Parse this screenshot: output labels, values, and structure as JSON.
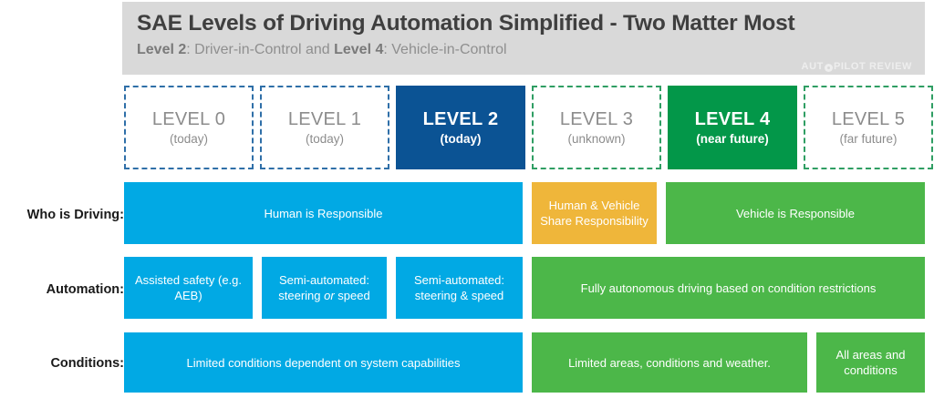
{
  "header": {
    "title": "SAE Levels of Driving Automation Simplified - Two Matter Most",
    "subtitle_parts": {
      "p1": "Level 2",
      "p2": ": Driver-in-Control and ",
      "p3": "Level 4",
      "p4": ": Vehicle-in-Control"
    },
    "watermark": {
      "pre": "AUT",
      "post": "PILOT REVIEW"
    },
    "bg_color": "#d9d9d9"
  },
  "levels": [
    {
      "title": "LEVEL 0",
      "sub": "(today)",
      "state": "inactive",
      "accent": "#2f6fa8",
      "fill": "#ffffff",
      "text": "#8c8c8c"
    },
    {
      "title": "LEVEL 1",
      "sub": "(today)",
      "state": "inactive",
      "accent": "#2f6fa8",
      "fill": "#ffffff",
      "text": "#8c8c8c"
    },
    {
      "title": "LEVEL 2",
      "sub": "(today)",
      "state": "active",
      "accent": "#0b5394",
      "fill": "#0b5394",
      "text": "#ffffff"
    },
    {
      "title": "LEVEL 3",
      "sub": "(unknown)",
      "state": "inactive",
      "accent": "#2f9e63",
      "fill": "#ffffff",
      "text": "#8c8c8c"
    },
    {
      "title": "LEVEL 4",
      "sub": "(near future)",
      "state": "active",
      "accent": "#039749",
      "fill": "#039749",
      "text": "#ffffff"
    },
    {
      "title": "LEVEL 5",
      "sub": "(far future)",
      "state": "inactive",
      "accent": "#2f9e63",
      "fill": "#ffffff",
      "text": "#8c8c8c"
    }
  ],
  "rows": [
    {
      "label": "Who is Driving:",
      "cells": [
        {
          "text": "Human is Responsible",
          "color": "#01a9e4"
        },
        {
          "text": "Human & Vehicle Share Responsibility",
          "color": "#efb63a"
        },
        {
          "text": "Vehicle is Responsible",
          "color": "#4cb749"
        }
      ]
    },
    {
      "label": "Automation:",
      "cells": [
        {
          "text": "Assisted safety (e.g. AEB)",
          "color": "#01a9e4"
        },
        {
          "text_pre": "Semi-automated: steering ",
          "text_em": "or",
          "text_post": " speed",
          "color": "#01a9e4"
        },
        {
          "text": "Semi-automated: steering & speed",
          "color": "#01a9e4"
        },
        {
          "text": "Fully autonomous driving based on condition restrictions",
          "color": "#4cb749"
        }
      ]
    },
    {
      "label": "Conditions:",
      "cells": [
        {
          "text": "Limited conditions dependent on system capabilities",
          "color": "#01a9e4"
        },
        {
          "text": "Limited areas, conditions and weather.",
          "color": "#4cb749"
        },
        {
          "text": "All areas and conditions",
          "color": "#4cb749"
        }
      ]
    }
  ]
}
